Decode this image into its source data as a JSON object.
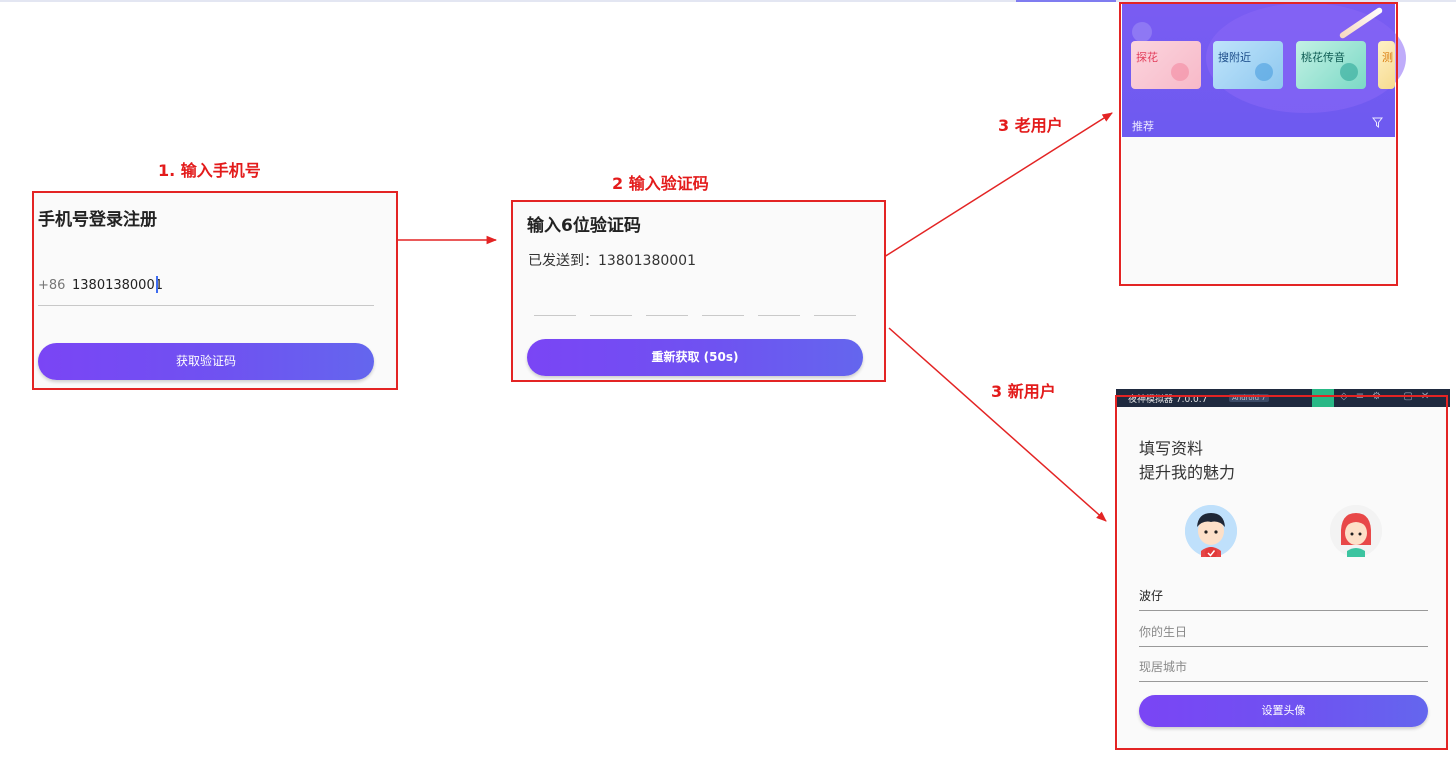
{
  "captions": {
    "step1": "1. 输入手机号",
    "step2": "2 输入验证码",
    "step3_old": "3 老用户",
    "step3_new": "3 新用户"
  },
  "login_screen": {
    "title": "手机号登录注册",
    "country_code": "+86",
    "phone_value": "13801380001",
    "button_label": "获取验证码"
  },
  "code_screen": {
    "title": "输入6位验证码",
    "sent_to": "已发送到：13801380001",
    "code_slots": 6,
    "button_label": "重新获取 (50s)"
  },
  "home_screen": {
    "cards": [
      "探花",
      "搜附近",
      "桃花传音",
      "测"
    ],
    "recommend_label": "推荐",
    "filter_icon": "filter-icon"
  },
  "profile_screen": {
    "window_title": "夜神模拟器 7.0.0.7",
    "window_badge": "Android 7",
    "heading_line1": "填写资料",
    "heading_line2": "提升我的魅力",
    "nickname_value": "波仔",
    "birthday_placeholder": "你的生日",
    "city_placeholder": "现居城市",
    "button_label": "设置头像"
  },
  "colors": {
    "annotation_red": "#e31b1b",
    "button_gradient_start": "#7a45f5",
    "button_gradient_end": "#6466ee"
  }
}
